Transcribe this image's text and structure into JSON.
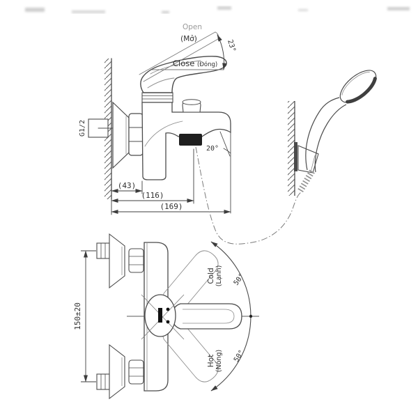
{
  "drawing": {
    "side_view": {
      "handle_open": {
        "label": "Open",
        "sub": "(Mở)"
      },
      "handle_close": {
        "label": "Close",
        "sub": "(Đóng)"
      },
      "open_angle": "23°",
      "spout_angle": "20°",
      "thread": "G1/2",
      "dims": {
        "wall_to_body": "(43)",
        "wall_to_outlet": "(116)",
        "wall_to_spout": "(169)"
      }
    },
    "plan_view": {
      "center_distance": "150±20",
      "cold": {
        "label": "Cold",
        "sub": "(Lạnh)",
        "angle": "50°"
      },
      "hot": {
        "label": "Hot",
        "sub": "(Nóng)",
        "angle": "50°"
      }
    },
    "colors": {
      "line": "#4b4b4b",
      "thin_line": "#8a8a8a",
      "dark_fill": "#1f1f1f",
      "background": "#ffffff"
    }
  }
}
